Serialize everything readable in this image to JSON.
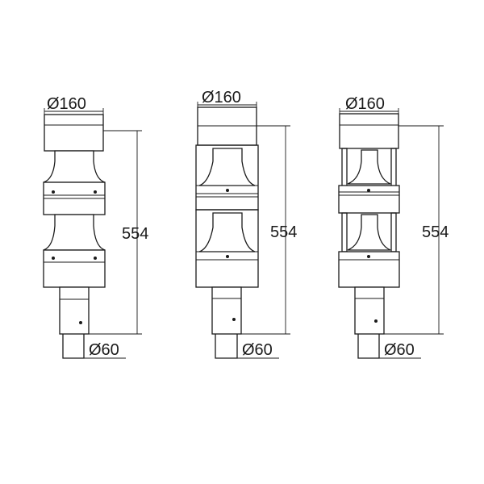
{
  "views": [
    {
      "name": "view-1",
      "top_diameter": "Ø160",
      "height": "554",
      "base_diameter": "Ø60"
    },
    {
      "name": "view-2",
      "top_diameter": "Ø160",
      "height": "554",
      "base_diameter": "Ø60"
    },
    {
      "name": "view-3",
      "top_diameter": "Ø160",
      "height": "554",
      "base_diameter": "Ø60"
    }
  ],
  "colors": {
    "line": "#1a1a1a",
    "background": "#ffffff"
  }
}
